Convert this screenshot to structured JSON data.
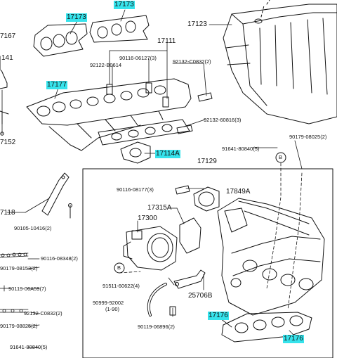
{
  "highlight_color": "#36e3ec",
  "ink_color": "#111111",
  "labels": {
    "p17173a": "17173",
    "p17173b": "17173",
    "p17167": "7167",
    "p141": "141",
    "p17177": "17177",
    "p7152": "7152",
    "p7118": "7118",
    "p17111": "17111",
    "p90116_06127": "90116-06127(3)",
    "p92122_b0614": "92122-B0614",
    "p92132_c0832a": "92132-C0832(2)",
    "p92132_60816": "92132-60816(3)",
    "p17123": "17123",
    "p17114a": "17114A",
    "p91641_80840a": "91641-80840(5)",
    "p90179_08025a": "90179-08025(2)",
    "p17129": "17129",
    "p90116_08177": "90116-08177(3)",
    "p17849a": "17849A",
    "p17315a": "17315A",
    "p17300": "17300",
    "p90105_10416": "90105-10416(2)",
    "p90116_08348": "90116-08348(2)",
    "p90179_08153": "90179-08153(2)",
    "p90119_06459": "90119-06A59(7)",
    "p92132_c0832b": "92132-C0832(2)",
    "p90179_08825": "90179-08825(2)",
    "p91641_80840b": "91641-80840(5)",
    "p91511_60622": "91511-60622(4)",
    "p25706b": "25706B",
    "p90999_92002": "90999-92002",
    "p1_90": "(1-90)",
    "p90119_06896": "90119-06896(2)",
    "p17176a": "17176",
    "p17176b": "17176",
    "callout_b1": "B",
    "callout_b2": "B"
  }
}
